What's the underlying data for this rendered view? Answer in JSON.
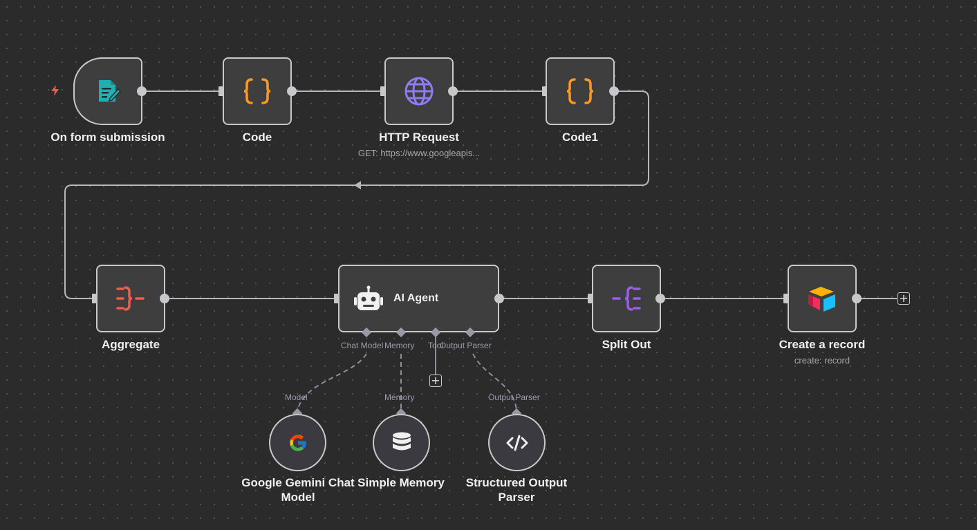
{
  "workflow": {
    "nodes": {
      "form": {
        "label": "On form submission",
        "icon": "form-edit-icon"
      },
      "code": {
        "label": "Code",
        "icon": "curly-braces-icon"
      },
      "http": {
        "label": "HTTP Request",
        "sublabel": "GET: https://www.googleapis...",
        "icon": "globe-icon"
      },
      "code1": {
        "label": "Code1",
        "icon": "curly-braces-icon"
      },
      "aggregate": {
        "label": "Aggregate",
        "icon": "aggregate-icon"
      },
      "agent": {
        "label": "AI Agent",
        "icon": "robot-icon"
      },
      "split": {
        "label": "Split Out",
        "icon": "split-out-icon"
      },
      "airtable": {
        "label": "Create a record",
        "sublabel": "create: record",
        "icon": "airtable-icon"
      },
      "gemini": {
        "label": "Google Gemini Chat Model",
        "icon": "google-g-icon"
      },
      "memory": {
        "label": "Simple Memory",
        "icon": "database-icon"
      },
      "parser": {
        "label": "Structured Output Parser",
        "icon": "code-icon"
      }
    },
    "agent_connectors": {
      "chat_model": "Chat Model",
      "memory": "Memory",
      "tool": "Tool",
      "output_parser": "Output Parser"
    },
    "sub_connectors": {
      "model": "Model",
      "memory": "Memory",
      "output_parser": "Output Parser"
    },
    "add_symbol": "+"
  },
  "colors": {
    "canvas": "#2b2b2b",
    "node_bg": "#3e3e3e",
    "node_border": "#c9c9c9",
    "code_orange": "#ff9922",
    "http_purple": "#8e7cf0",
    "aggregate_red": "#f25c4a",
    "split_purple": "#9b5de5",
    "form_teal": "#1fb1b1",
    "trigger_bolt": "#e8604c"
  }
}
